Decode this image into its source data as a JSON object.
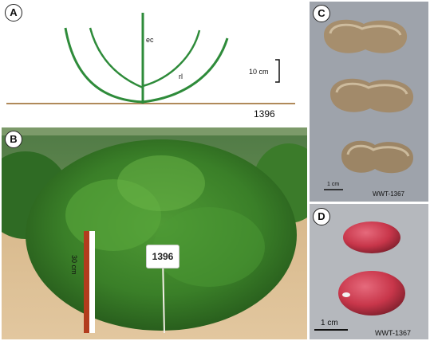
{
  "panels": {
    "a": {
      "label": "A",
      "axis_label": "ec",
      "branch_label": "rl",
      "scale_label": "10 cm",
      "accession": "1396"
    },
    "b": {
      "label": "B",
      "ruler_label": "30 cm",
      "tag_label": "1396"
    },
    "c": {
      "label": "C",
      "scale_label": "1 cm",
      "accession": "WWT-1367"
    },
    "d": {
      "label": "D",
      "scale_label": "1 cm",
      "accession": "WWT-1367"
    }
  },
  "colors": {
    "branch": "#2e8b3a",
    "ground_line": "#b08a5a",
    "panel_c_bg": "#9ea3ab",
    "panel_d_bg": "#b5b8bd",
    "seed": "#c8364a"
  }
}
